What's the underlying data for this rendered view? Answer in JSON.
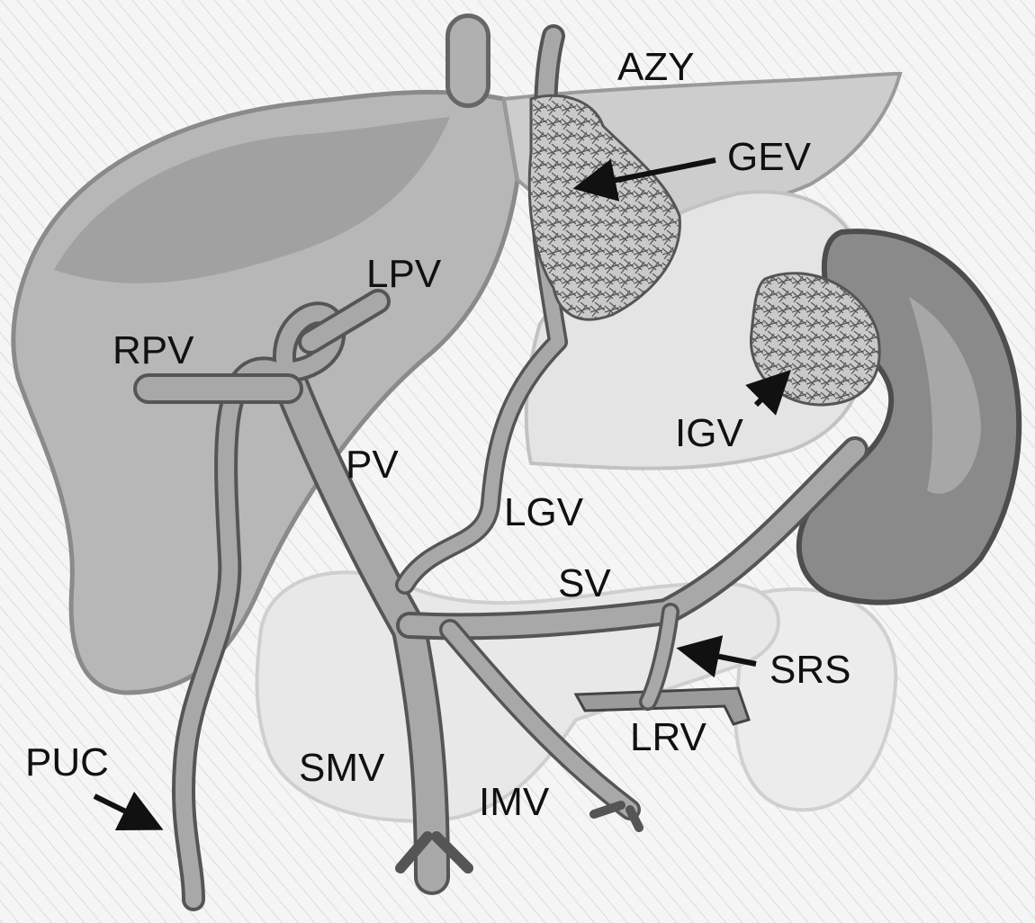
{
  "labels": {
    "azy": "AZY",
    "gev": "GEV",
    "lpv": "LPV",
    "rpv": "RPV",
    "igv": "IGV",
    "pv": "PV",
    "lgv": "LGV",
    "sv": "SV",
    "srs": "SRS",
    "lrv": "LRV",
    "puc": "PUC",
    "smv": "SMV",
    "imv": "IMV"
  },
  "colors": {
    "background": "#f4f4f4",
    "liver": "#b9b9b9",
    "liver_dark": "#8f8f8f",
    "stomach": "#e6e6e6",
    "spleen": "#8c8c8c",
    "pancreas": "#e9e9e9",
    "kidney": "#eeeeee",
    "vein_fill": "#a9a9a9",
    "vein_outline": "#555555",
    "varix": "#6e6e6e",
    "arrow": "#111111"
  }
}
